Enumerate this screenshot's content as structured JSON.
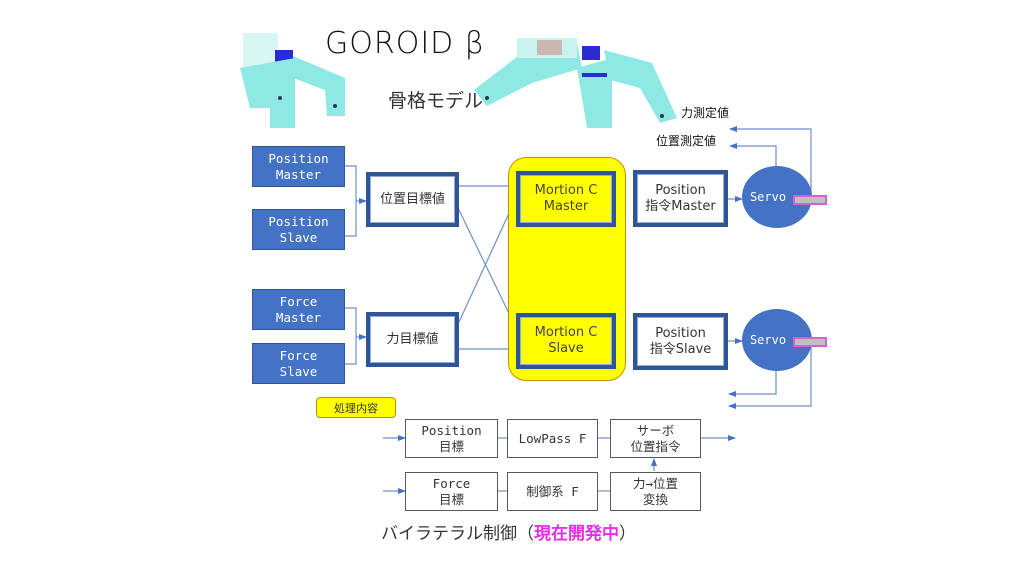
{
  "header": {
    "title": "GOROID β",
    "subtitle": "骨格モデル"
  },
  "measurements": {
    "force": "力測定値",
    "position": "位置測定値"
  },
  "inputs": {
    "position_master": "Position\nMaster",
    "position_slave": "Position\nSlave",
    "force_master": "Force\nMaster",
    "force_slave": "Force\nSlave"
  },
  "targets": {
    "position_target": "位置目標値",
    "force_target": "力目標値"
  },
  "motion_control": {
    "master": "Mortion C\nMaster",
    "slave": "Mortion C\nSlave"
  },
  "commands": {
    "master": "Position\n指令Master",
    "slave": "Position\n指令Slave"
  },
  "servos": {
    "master": "Servo",
    "slave": "Servo"
  },
  "processing": {
    "tag": "処理内容",
    "row1": [
      "Position\n目標",
      "LowPass F",
      "サーボ\n位置指令"
    ],
    "row2": [
      "Force\n目標",
      "制御系 F",
      "力→位置\n変換"
    ]
  },
  "footer": {
    "text": "バイラテラル制御（",
    "highlight": "現在開発中",
    "close": "）"
  },
  "colors": {
    "box_blue": "#4472c4",
    "border_blue": "#2f5597",
    "yellow": "#ffff00",
    "highlight_magenta": "#e62ee6",
    "robot_cyan": "#8ee8e4"
  }
}
